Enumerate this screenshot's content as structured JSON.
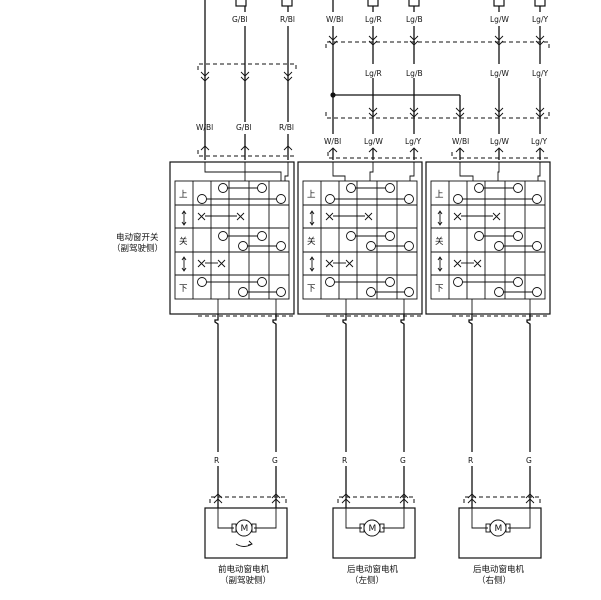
{
  "top_terminals": [
    "G/Bl",
    "R/Bl",
    "W/Bl",
    "Lg/R",
    "Lg/B",
    "Lg/W",
    "Lg/Y"
  ],
  "mid_labels": [
    "Lg/R",
    "Lg/B",
    "Lg/W",
    "Lg/Y"
  ],
  "switch_left": {
    "inputs": [
      "W/Bl",
      "G/Bl",
      "R/Bl"
    ]
  },
  "switch_rear_left": {
    "inputs": [
      "W/Bl",
      "Lg/W",
      "Lg/Y"
    ]
  },
  "switch_rear_right": {
    "inputs": [
      "W/Bl",
      "Lg/W",
      "Lg/Y"
    ]
  },
  "positions": [
    "上",
    "关",
    "下"
  ],
  "switch_title": [
    "电动窗开关",
    "（副驾驶侧）"
  ],
  "motor_wires": [
    "R",
    "G"
  ],
  "motor_symbol": "M",
  "motors": [
    {
      "name": "前电动窗电机",
      "side": "（副驾驶侧）"
    },
    {
      "name": "后电动窗电机",
      "side": "（左侧）"
    },
    {
      "name": "后电动窗电机",
      "side": "（右侧）"
    }
  ]
}
